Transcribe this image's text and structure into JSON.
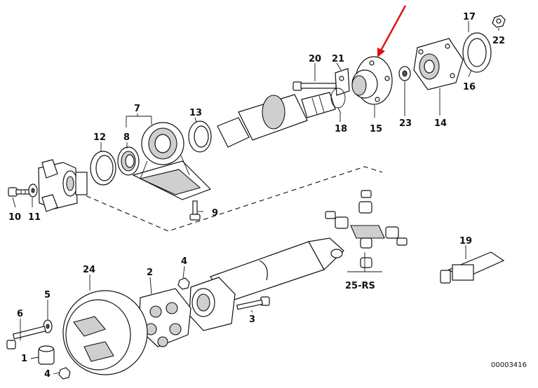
{
  "diagram": {
    "parts": {
      "p1": "1",
      "p2": "2",
      "p3": "3",
      "p4a": "4",
      "p4b": "4",
      "p5": "5",
      "p6": "6",
      "p7": "7",
      "p8": "8",
      "p9": "9",
      "p10": "10",
      "p11": "11",
      "p12": "12",
      "p13": "13",
      "p14": "14",
      "p15": "15",
      "p16": "16",
      "p17": "17",
      "p18": "18",
      "p19": "19",
      "p20": "20",
      "p21": "21",
      "p22": "22",
      "p23": "23",
      "p24": "24",
      "p25": "25-RS"
    },
    "diagram_code": "00003416",
    "highlight_color": "#e01010",
    "highlighted_part": "15"
  }
}
